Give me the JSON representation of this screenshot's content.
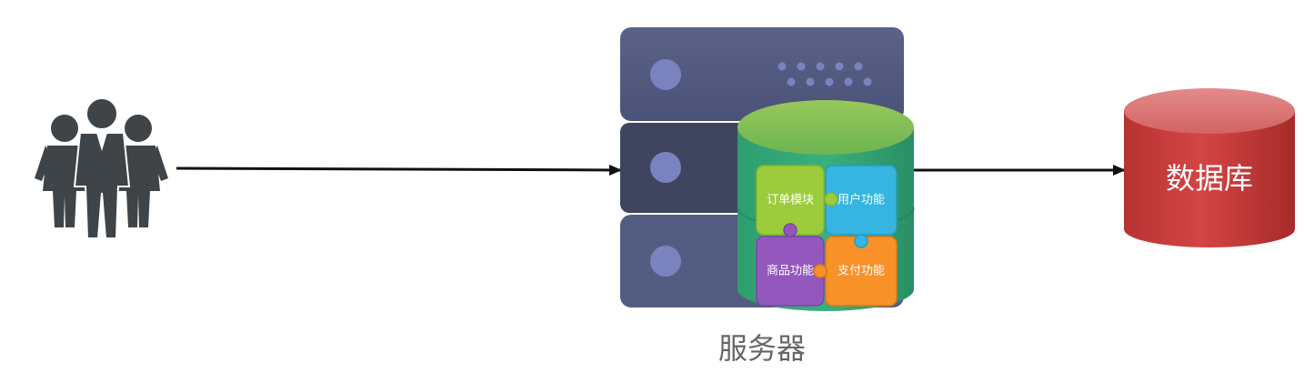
{
  "nodes": {
    "users": {
      "icon": "users-group-icon"
    },
    "server": {
      "icon": "server-rack-icon",
      "label": "服务器",
      "modules": [
        {
          "label": "订单模块",
          "color": "#9ccc3c"
        },
        {
          "label": "用户功能",
          "color": "#35b5e0"
        },
        {
          "label": "商品功能",
          "color": "#9457bd"
        },
        {
          "label": "支付功能",
          "color": "#f79128"
        }
      ]
    },
    "database": {
      "icon": "database-cylinder-icon",
      "label": "数据库",
      "color": "#c63b3b"
    }
  },
  "edges": [
    {
      "from": "users",
      "to": "server"
    },
    {
      "from": "server",
      "to": "database"
    }
  ]
}
